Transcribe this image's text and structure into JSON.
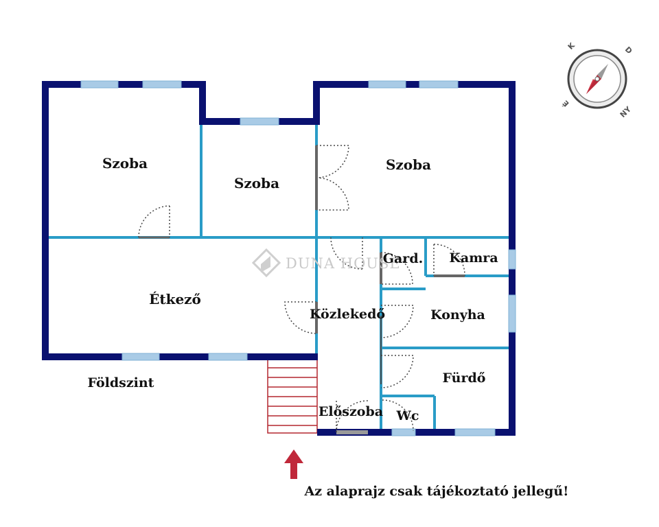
{
  "plan": {
    "level_label": "Földszint",
    "disclaimer": "Az alaprajz csak tájékoztató jellegű!",
    "watermark": "DUNA HOUSE",
    "rooms": {
      "szoba1": "Szoba",
      "szoba2": "Szoba",
      "szoba3": "Szoba",
      "etkezo": "Étkező",
      "kozlekedo": "Közlekedő",
      "gard": "Gard.",
      "kamra": "Kamra",
      "konyha": "Konyha",
      "furdo": "Fürdő",
      "eloszoba": "Előszoba",
      "wc": "Wc"
    }
  },
  "compass": {
    "letters": {
      "north": "K",
      "east": "D",
      "south": "NY",
      "west": "É"
    }
  },
  "colors": {
    "outer_wall": "#0a1170",
    "inner_wall": "#2a9cc7",
    "window": "#a9cbe6",
    "stairs": "#b3262f",
    "entrance_arrow": "#c0283a"
  },
  "icons": {
    "compass": "compass-icon",
    "entrance": "entrance-arrow-icon",
    "logo": "duna-house-logo-icon"
  }
}
